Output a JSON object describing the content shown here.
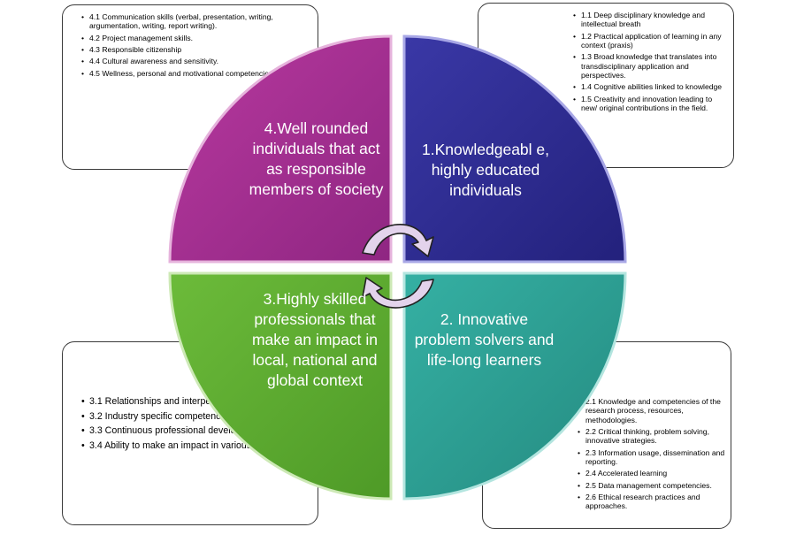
{
  "quadrants": {
    "q1": {
      "title": "1.Knowledgeabl e, highly educated individuals",
      "color": "#2a2890"
    },
    "q2": {
      "title": "2. Innovative problem solvers and life-long learners",
      "color": "#2fa59a"
    },
    "q3": {
      "title": "3.Highly skilled professionals that make an impact in local, national and global context",
      "color": "#5cab30"
    },
    "q4": {
      "title": "4.Well rounded individuals that act as responsible members of society",
      "color": "#a52e95"
    }
  },
  "boxes": {
    "top_left": {
      "items": [
        "4.1 Communication skills (verbal, presentation, writing, argumentation, writing, report writing).",
        "4.2 Project management skills.",
        "4.3 Responsible citizenship",
        "4.4 Cultural awareness and sensitivity.",
        "4.5 Wellness, personal and motivational competencies."
      ]
    },
    "top_right": {
      "items": [
        "1.1 Deep disciplinary knowledge and intellectual breath",
        "1.2 Practical application of learning in any context (praxis)",
        "1.3 Broad knowledge that translates into transdisciplinary application and perspectives.",
        "1.4 Cognitive abilities linked to knowledge",
        "1.5 Creativity and innovation leading to new/ original contributions in the field."
      ]
    },
    "bottom_left": {
      "items": [
        "3.1 Relationships and interpersonal competencies.",
        "3.2 Industry specific competencies and experiences.",
        "3.3 Continuous professional development",
        "3.4 Ability to make an impact in various context."
      ]
    },
    "bottom_right": {
      "items": [
        "2.1 Knowledge and competencies of the research process, resources, methodologies.",
        "2.2 Critical thinking, problem solving, innovative strategies.",
        "2.3 Information usage, dissemination and reporting.",
        "2.4 Accelerated learning",
        "2.5 Data management competencies.",
        "2.6 Ethical research practices and approaches."
      ]
    }
  },
  "cycle_arrows": {
    "color": "#e3d3ec",
    "outline": "#222222",
    "icon": "circular-arrows-icon"
  }
}
